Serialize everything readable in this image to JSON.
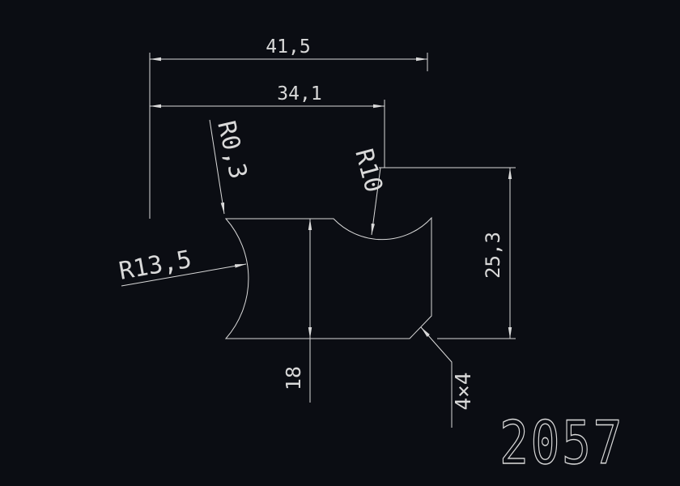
{
  "canvas": {
    "background": "#0b0d13",
    "stroke": "#d9d9d9"
  },
  "labels": {
    "dim_width_total": "41,5",
    "dim_width_inner": "34,1",
    "dim_height_right": "25,3",
    "dim_height_left": "18",
    "radius_corner": "R0,3",
    "radius_notch": "R10",
    "radius_flank": "R13,5",
    "chamfer": "4×4",
    "part_number": "2057"
  }
}
